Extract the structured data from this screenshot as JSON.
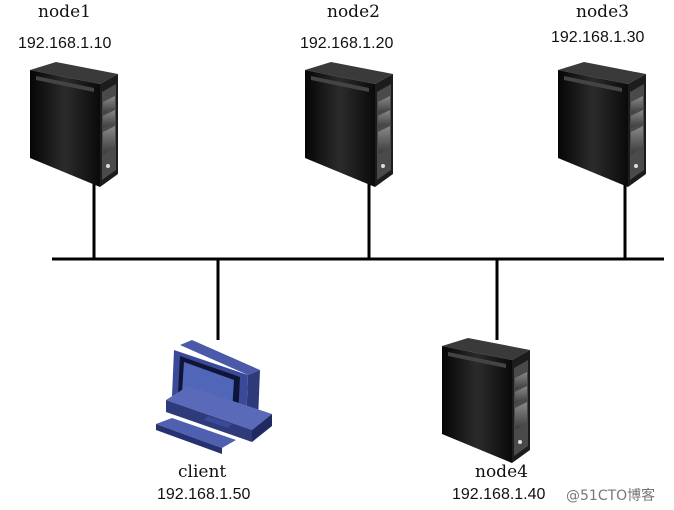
{
  "nodes": [
    {
      "name": "node1",
      "ip": "192.168.1.10",
      "icon": "server-tower-icon"
    },
    {
      "name": "node2",
      "ip": "192.168.1.20",
      "icon": "server-tower-icon"
    },
    {
      "name": "node3",
      "ip": "192.168.1.30",
      "icon": "server-tower-icon"
    },
    {
      "name": "client",
      "ip": "192.168.1.50",
      "icon": "desktop-computer-icon"
    },
    {
      "name": "node4",
      "ip": "192.168.1.40",
      "icon": "server-tower-icon"
    }
  ],
  "watermark": "@51CTO博客",
  "colors": {
    "server_body": "#1a1a1a",
    "server_panel": "#5a5a5a",
    "client_blue": "#3a4a9a",
    "line": "#000000"
  }
}
